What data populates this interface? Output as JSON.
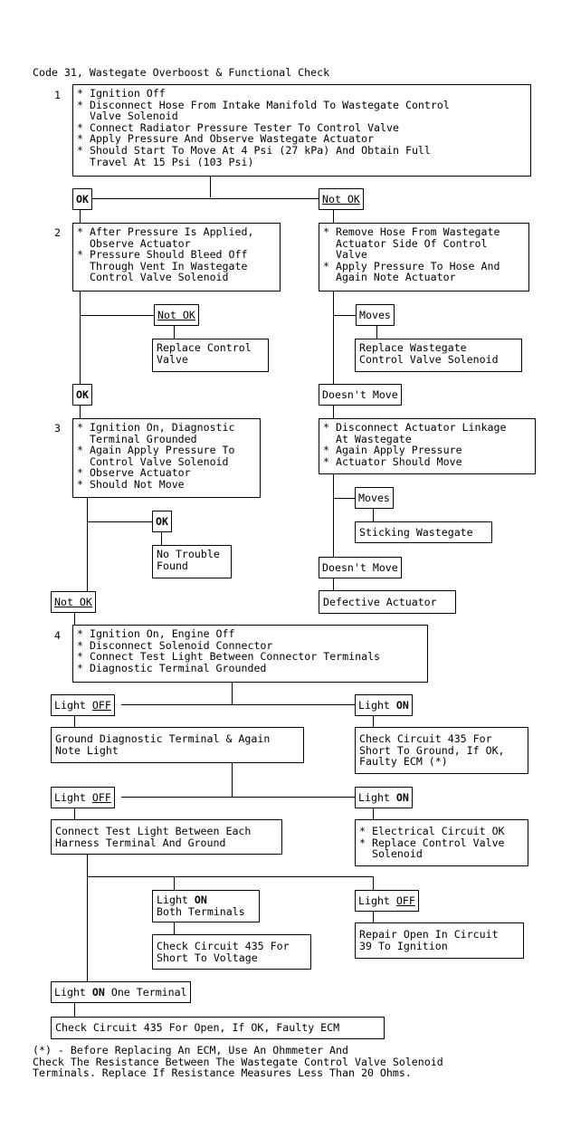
{
  "title": "Code 31, Wastegate Overboost & Functional Check",
  "steps": {
    "s1": "1",
    "s2": "2",
    "s3": "3",
    "s4": "4"
  },
  "box1": [
    "* Ignition Off",
    "* Disconnect Hose From Intake Manifold To Wastegate Control",
    "  Valve Solenoid",
    "* Connect Radiator Pressure Tester To Control Valve",
    "* Apply Pressure And Observe Wastegate Actuator",
    "* Should Start To Move At 4 Psi (27 kPa) And Obtain Full",
    "  Travel At 15 Psi (103 Psi)"
  ],
  "ok": "OK",
  "not_ok": "Not OK",
  "box2l": [
    "* After Pressure Is Applied,",
    "  Observe Actuator",
    "* Pressure Should Bleed Off",
    "  Through Vent In Wastegate",
    "  Control Valve Solenoid"
  ],
  "box2r": [
    "* Remove Hose From Wastegate",
    "  Actuator Side Of Control",
    "  Valve",
    "* Apply Pressure To Hose And",
    "  Again Note Actuator"
  ],
  "replace_control": [
    "Replace Control",
    "Valve"
  ],
  "moves": "Moves",
  "replace_wastegate": [
    "Replace Wastegate",
    "Control Valve Solenoid"
  ],
  "doesnt_move": "Doesn't Move",
  "box3l": [
    "* Ignition On, Diagnostic",
    "  Terminal Grounded",
    "* Again Apply Pressure To",
    "  Control Valve Solenoid",
    "* Observe Actuator",
    "* Should Not Move"
  ],
  "box3r": [
    "* Disconnect Actuator Linkage",
    "  At Wastegate",
    "* Again Apply Pressure",
    "* Actuator Should Move"
  ],
  "sticking": "Sticking Wastegate",
  "no_trouble": [
    "No Trouble",
    "Found"
  ],
  "defective": "Defective Actuator",
  "box4": [
    "* Ignition On, Engine Off",
    "* Disconnect Solenoid Connector",
    "* Connect Test Light Between Connector Terminals",
    "* Diagnostic Terminal Grounded"
  ],
  "light": "Light",
  "off": "OFF",
  "on": "ON",
  "ground_diag": [
    "Ground Diagnostic Terminal & Again",
    "Note Light"
  ],
  "check_435_short_ground": [
    "Check Circuit 435 For",
    "Short To Ground, If OK,",
    "Faulty ECM (*)"
  ],
  "connect_test": [
    "Connect Test Light Between Each",
    "Harness Terminal And Ground"
  ],
  "elec_ok": [
    "* Electrical Circuit OK",
    "* Replace Control Valve",
    "  Solenoid"
  ],
  "both_terminals": "Both Terminals",
  "check_435_voltage": [
    "Check Circuit 435 For",
    "Short To Voltage"
  ],
  "repair_open": [
    "Repair Open In Circuit",
    "39 To Ignition"
  ],
  "one_terminal": "One Terminal",
  "check_435_open": "Check Circuit 435 For Open, If OK, Faulty ECM",
  "footnote": [
    "(*) - Before Replacing An ECM, Use An Ohmmeter And",
    "Check The Resistance Between The Wastegate Control Valve Solenoid",
    "Terminals. Replace If Resistance Measures Less Than 20 Ohms."
  ]
}
